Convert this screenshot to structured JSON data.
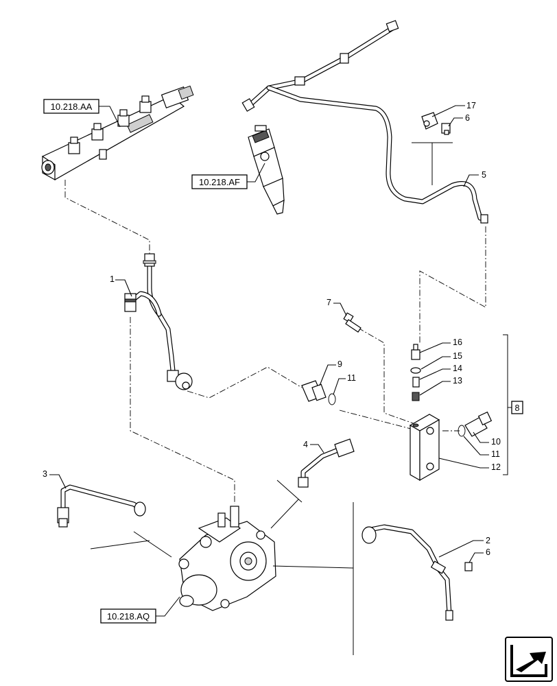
{
  "references": {
    "rail": "10.218.AA",
    "injector": "10.218.AF",
    "pump": "10.218.AQ"
  },
  "callouts": {
    "c1": "1",
    "c2": "2",
    "c3": "3",
    "c4": "4",
    "c5": "5",
    "c6a": "6",
    "c6b": "6",
    "c7": "7",
    "c8": "8",
    "c9": "9",
    "c10": "10",
    "c11a": "11",
    "c11b": "11",
    "c12": "12",
    "c13": "13",
    "c14": "14",
    "c15": "15",
    "c16": "16",
    "c17": "17"
  },
  "icons": {
    "nav": "arrow-navigation-icon"
  }
}
